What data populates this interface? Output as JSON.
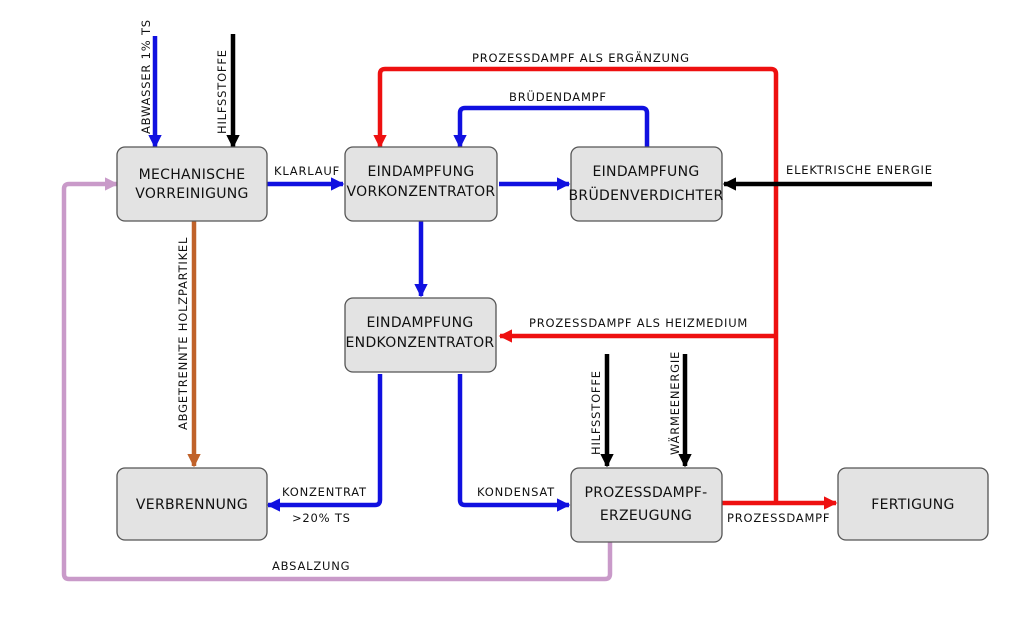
{
  "colors": {
    "water": "#1010e0",
    "aux": "#000000",
    "steam": "#ee1010",
    "particles": "#c0622a",
    "blowdown": "#c99ac9",
    "box_fill": "#e3e3e3",
    "box_stroke": "#555555"
  },
  "boxes": {
    "mech": {
      "line1": "MECHANISCHE",
      "line2": "VORREINIGUNG"
    },
    "vork": {
      "line1": "EINDAMPFUNG",
      "line2": "VORKONZENTRATOR"
    },
    "brud": {
      "line1": "EINDAMPFUNG",
      "line2": "BRÜDENVERDICHTER"
    },
    "endk": {
      "line1": "EINDAMPFUNG",
      "line2": "ENDKONZENTRATOR"
    },
    "verb": {
      "line1": "VERBRENNUNG"
    },
    "proz": {
      "line1": "PROZESSDAMPF-",
      "line2": "ERZEUGUNG"
    },
    "fert": {
      "line1": "FERTIGUNG"
    }
  },
  "labels": {
    "abwasser": "ABWASSER 1% TS",
    "hilfsstoffe_top": "HILFSSTOFFE",
    "prozessdampf_erg": "PROZESSDAMPF ALS ERGÄNZUNG",
    "bruedendampf": "BRÜDENDAMPF",
    "klarlauf": "KLARLAUF",
    "elektrische": "ELEKTRISCHE ENERGIE",
    "holzpartikel": "ABGETRENNTE HOLZPARTIKEL",
    "heizmedium": "PROZESSDAMPF ALS HEIZMEDIUM",
    "hilfsstoffe_bottom": "HILFSSTOFFE",
    "waermeenergie": "WÄRMEENERGIE",
    "konzentrat": "KONZENTRAT",
    "ts20": ">20% TS",
    "kondensat": "KONDENSAT",
    "prozessdampf": "PROZESSDAMPF",
    "absalzung": "ABSALZUNG"
  }
}
